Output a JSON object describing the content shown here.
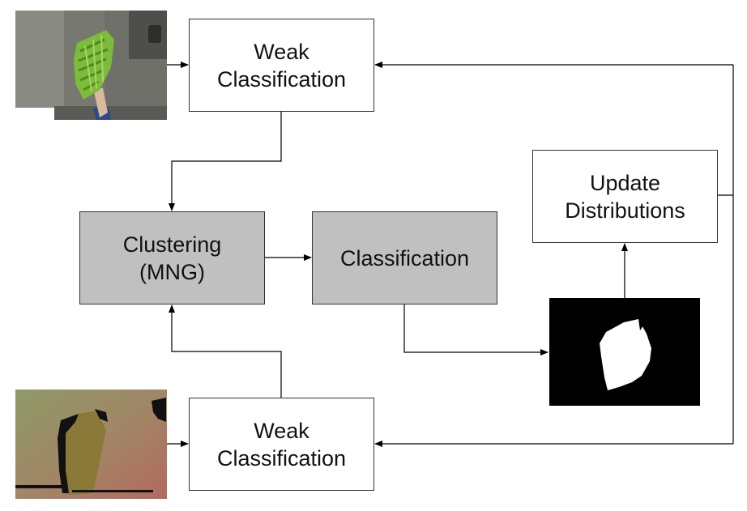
{
  "boxes": {
    "weak_top": {
      "line1": "Weak",
      "line2": "Classification"
    },
    "weak_bottom": {
      "line1": "Weak",
      "line2": "Classification"
    },
    "clustering": {
      "line1": "Clustering",
      "line2": "(MNG)"
    },
    "classification": {
      "line1": "Classification"
    },
    "update": {
      "line1": "Update",
      "line2": "Distributions"
    }
  },
  "colors": {
    "process_fill": "#c0c0c0",
    "box_fill": "#ffffff",
    "line": "#000000",
    "mask_bg": "#000000",
    "mask_fg": "#ffffff"
  },
  "images": {
    "top_input": "rgb-camera-image-green-cloth",
    "bottom_input": "depth-image",
    "mask": "binary-segmentation-mask"
  }
}
